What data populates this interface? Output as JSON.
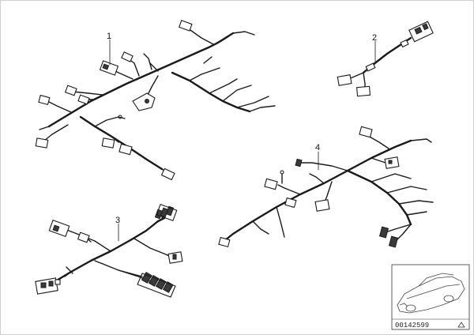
{
  "diagram": {
    "part_numbers": [
      "1",
      "2",
      "3",
      "4"
    ],
    "inset": {
      "code": "00142599",
      "mark": "triangle-icon"
    },
    "colors": {
      "line": "#1a1a1a",
      "background": "#ffffff"
    }
  }
}
